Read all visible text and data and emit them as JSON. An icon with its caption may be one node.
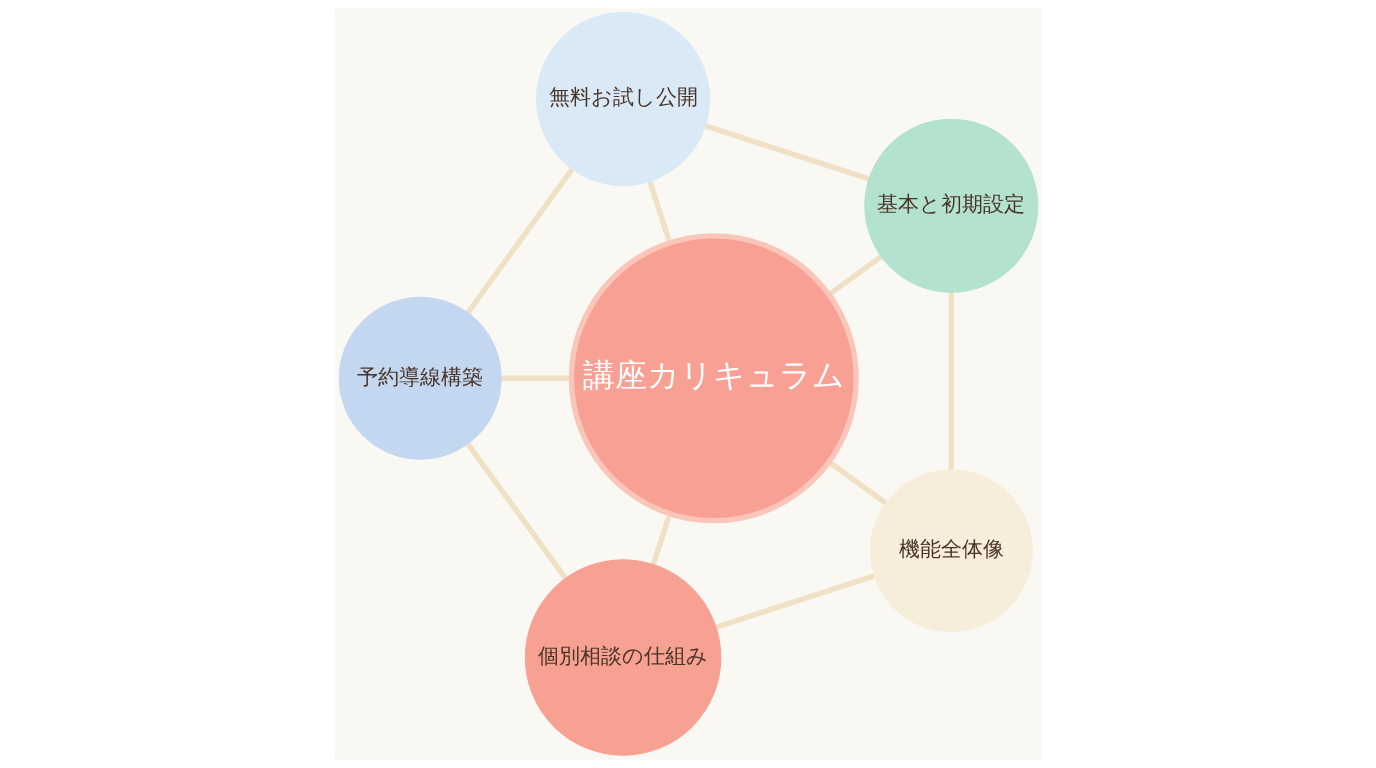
{
  "diagram": {
    "nodes": [
      {
        "text": [
          "講座カリキュラム"
        ]
      },
      {
        "text": [
          "基本と初期設定"
        ]
      },
      {
        "text": [
          "無料お試し公開"
        ]
      },
      {
        "text": [
          "予約導線構築"
        ]
      },
      {
        "text": [
          "個別相談の仕組み"
        ]
      },
      {
        "text": [
          "機能全体像"
        ]
      }
    ],
    "edges": [
      {
        "from": 0,
        "to": 1,
        "arrow": "none"
      },
      {
        "from": 0,
        "to": 2,
        "arrow": "none"
      },
      {
        "from": 0,
        "to": 3,
        "arrow": "none"
      },
      {
        "from": 0,
        "to": 4,
        "arrow": "none"
      },
      {
        "from": 0,
        "to": 5,
        "arrow": "none"
      },
      {
        "from": 1,
        "to": 2,
        "arrow": "none"
      },
      {
        "from": 2,
        "to": 3,
        "arrow": "none"
      },
      {
        "from": 3,
        "to": 4,
        "arrow": "none"
      },
      {
        "from": 4,
        "to": 5,
        "arrow": "none"
      },
      {
        "from": 5,
        "to": 1,
        "arrow": "none"
      }
    ]
  }
}
